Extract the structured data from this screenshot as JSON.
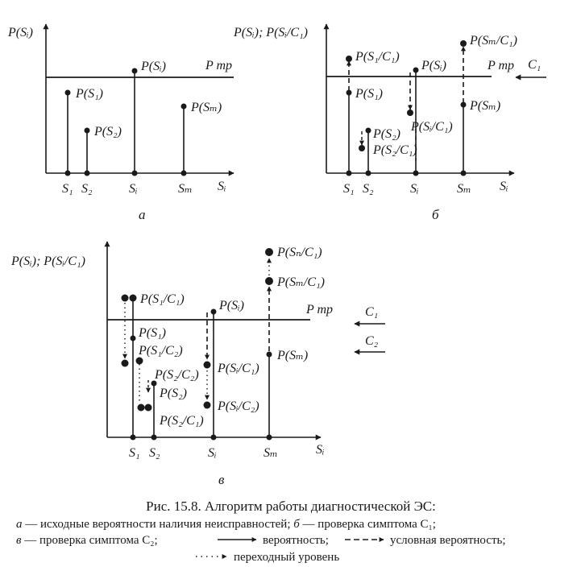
{
  "panels": {
    "a": {
      "letter": "а",
      "y_axis_label": "P(Sᵢ)",
      "x_axis_label": "Sᵢ",
      "threshold_label": "P тр",
      "x_ticks": [
        "S₁",
        "S₂",
        "Sᵢ",
        "Sₘ"
      ],
      "point_labels": [
        "P(S₁)",
        "P(S₂)",
        "P(Sᵢ)",
        "P(Sₘ)"
      ]
    },
    "b": {
      "letter": "б",
      "y_axis_label": "P(Sᵢ); P(Sᵢ/C₁)",
      "x_axis_label": "Sᵢ",
      "threshold_label": "P тр",
      "symptom_label": "C₁",
      "x_ticks": [
        "S₁",
        "S₂",
        "Sᵢ",
        "Sₘ"
      ],
      "point_labels": [
        "P(S₁/C₁)",
        "P(Sᵢ)",
        "P(Sₘ/C₁)",
        "P(S₁)",
        "P(Sₘ)",
        "P(S₂)",
        "P(Sᵢ/C₁)",
        "P(S₂/C₁)"
      ]
    },
    "c": {
      "letter": "в",
      "y_axis_label": "P(Sᵢ); P(Sᵢ/C₁)",
      "x_axis_label": "Sᵢ",
      "threshold_label": "P тр",
      "symptom_labels": [
        "C₁",
        "C₂"
      ],
      "x_ticks": [
        "S₁",
        "S₂",
        "Sᵢ",
        "Sₘ"
      ],
      "point_labels": [
        "P(Sₙ/C₁)",
        "P(Sₘ/C₁)",
        "P(S₁/C₁)",
        "P(Sᵢ)",
        "P(S₁)",
        "P(Sₘ)",
        "P(S₁/C₂)",
        "P(Sᵢ/C₁)",
        "P(S₂/C₂)",
        "P(S₂)",
        "P(Sᵢ/C₂)",
        "P(S₂/C₁)"
      ]
    }
  },
  "caption": {
    "title": "Рис. 15.8. Алгоритм работы диагностической ЭС:",
    "a_letter": "а",
    "a_text": " — исходные вероятности наличия неисправностей; ",
    "b_letter": "б",
    "b_text": " — проверка симптома C₁;",
    "c_letter": "в",
    "c_text": " — проверка симптома C₂; ",
    "legend_probability": "вероятность;",
    "legend_conditional": "условная вероятность;",
    "legend_transition": "переходный уровень"
  }
}
